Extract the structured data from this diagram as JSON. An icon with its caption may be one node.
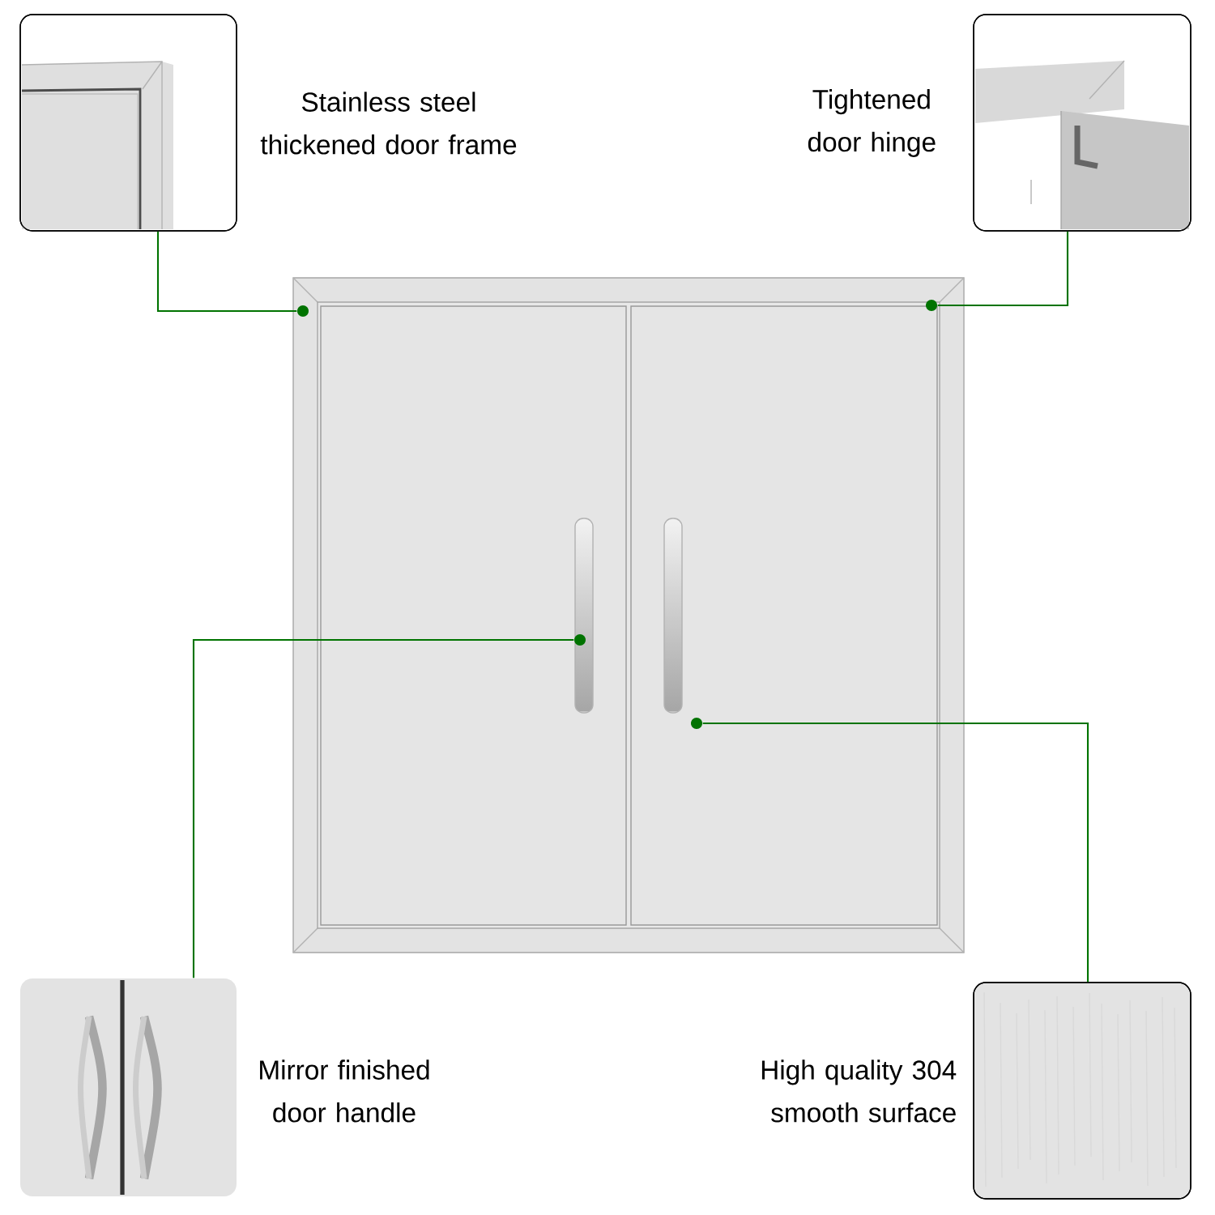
{
  "diagram": {
    "nodes": [
      {
        "text": [],
        "shape": "picture",
        "beside": [
          "Stainless steel thickened door frame"
        ]
      },
      {
        "text": [],
        "shape": "picture",
        "beside": [
          "Tightened door hinge"
        ]
      },
      {
        "text": [],
        "shape": "picture"
      },
      {
        "text": [],
        "shape": "circle",
        "in": 2
      },
      {
        "text": [],
        "shape": "circle",
        "in": 2
      },
      {
        "text": [],
        "shape": "circle",
        "in": 2
      },
      {
        "text": [],
        "shape": "circle",
        "in": 2
      },
      {
        "text": [],
        "shape": "picture",
        "beside": [
          "Mirror finished door handle"
        ]
      },
      {
        "text": [],
        "shape": "picture",
        "beside": [
          "High quality 304 smooth surface"
        ]
      }
    ],
    "edges": [
      {
        "from": 0,
        "to": 3,
        "arrow": "none"
      },
      {
        "from": 1,
        "to": 4,
        "arrow": "none"
      },
      {
        "from": 7,
        "to": 5,
        "arrow": "none"
      },
      {
        "from": 8,
        "to": 6,
        "arrow": "none"
      }
    ]
  }
}
